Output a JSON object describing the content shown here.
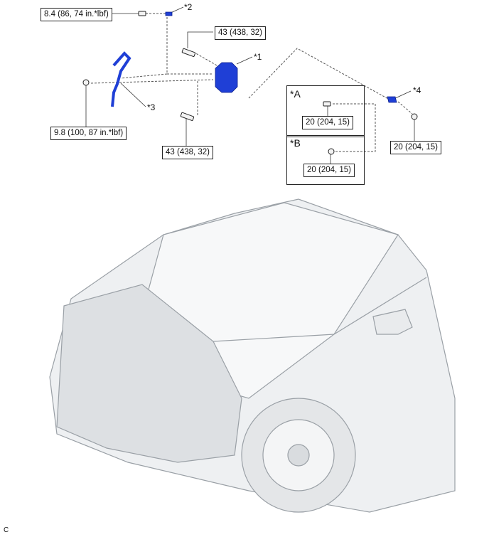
{
  "torque_specs": {
    "spec_1": "8.4 (86, 74 in.*lbf)",
    "spec_2": "43 (438, 32)",
    "spec_3": "9.8 (100, 87 in.*lbf)",
    "spec_4": "43 (438, 32)",
    "spec_5": "20 (204, 15)",
    "spec_6": "20 (204, 15)",
    "spec_7": "20 (204, 15)"
  },
  "callouts": {
    "c1": "*1",
    "c2": "*2",
    "c3": "*3",
    "c4": "*4"
  },
  "detail_views": {
    "a": "*A",
    "b": "*B"
  },
  "corner_mark": "C",
  "colors": {
    "part_highlight": "#1f3fd6",
    "leader_line": "#555555",
    "vehicle_line": "#9aa0a6",
    "vehicle_shade": "#e8eaec"
  }
}
